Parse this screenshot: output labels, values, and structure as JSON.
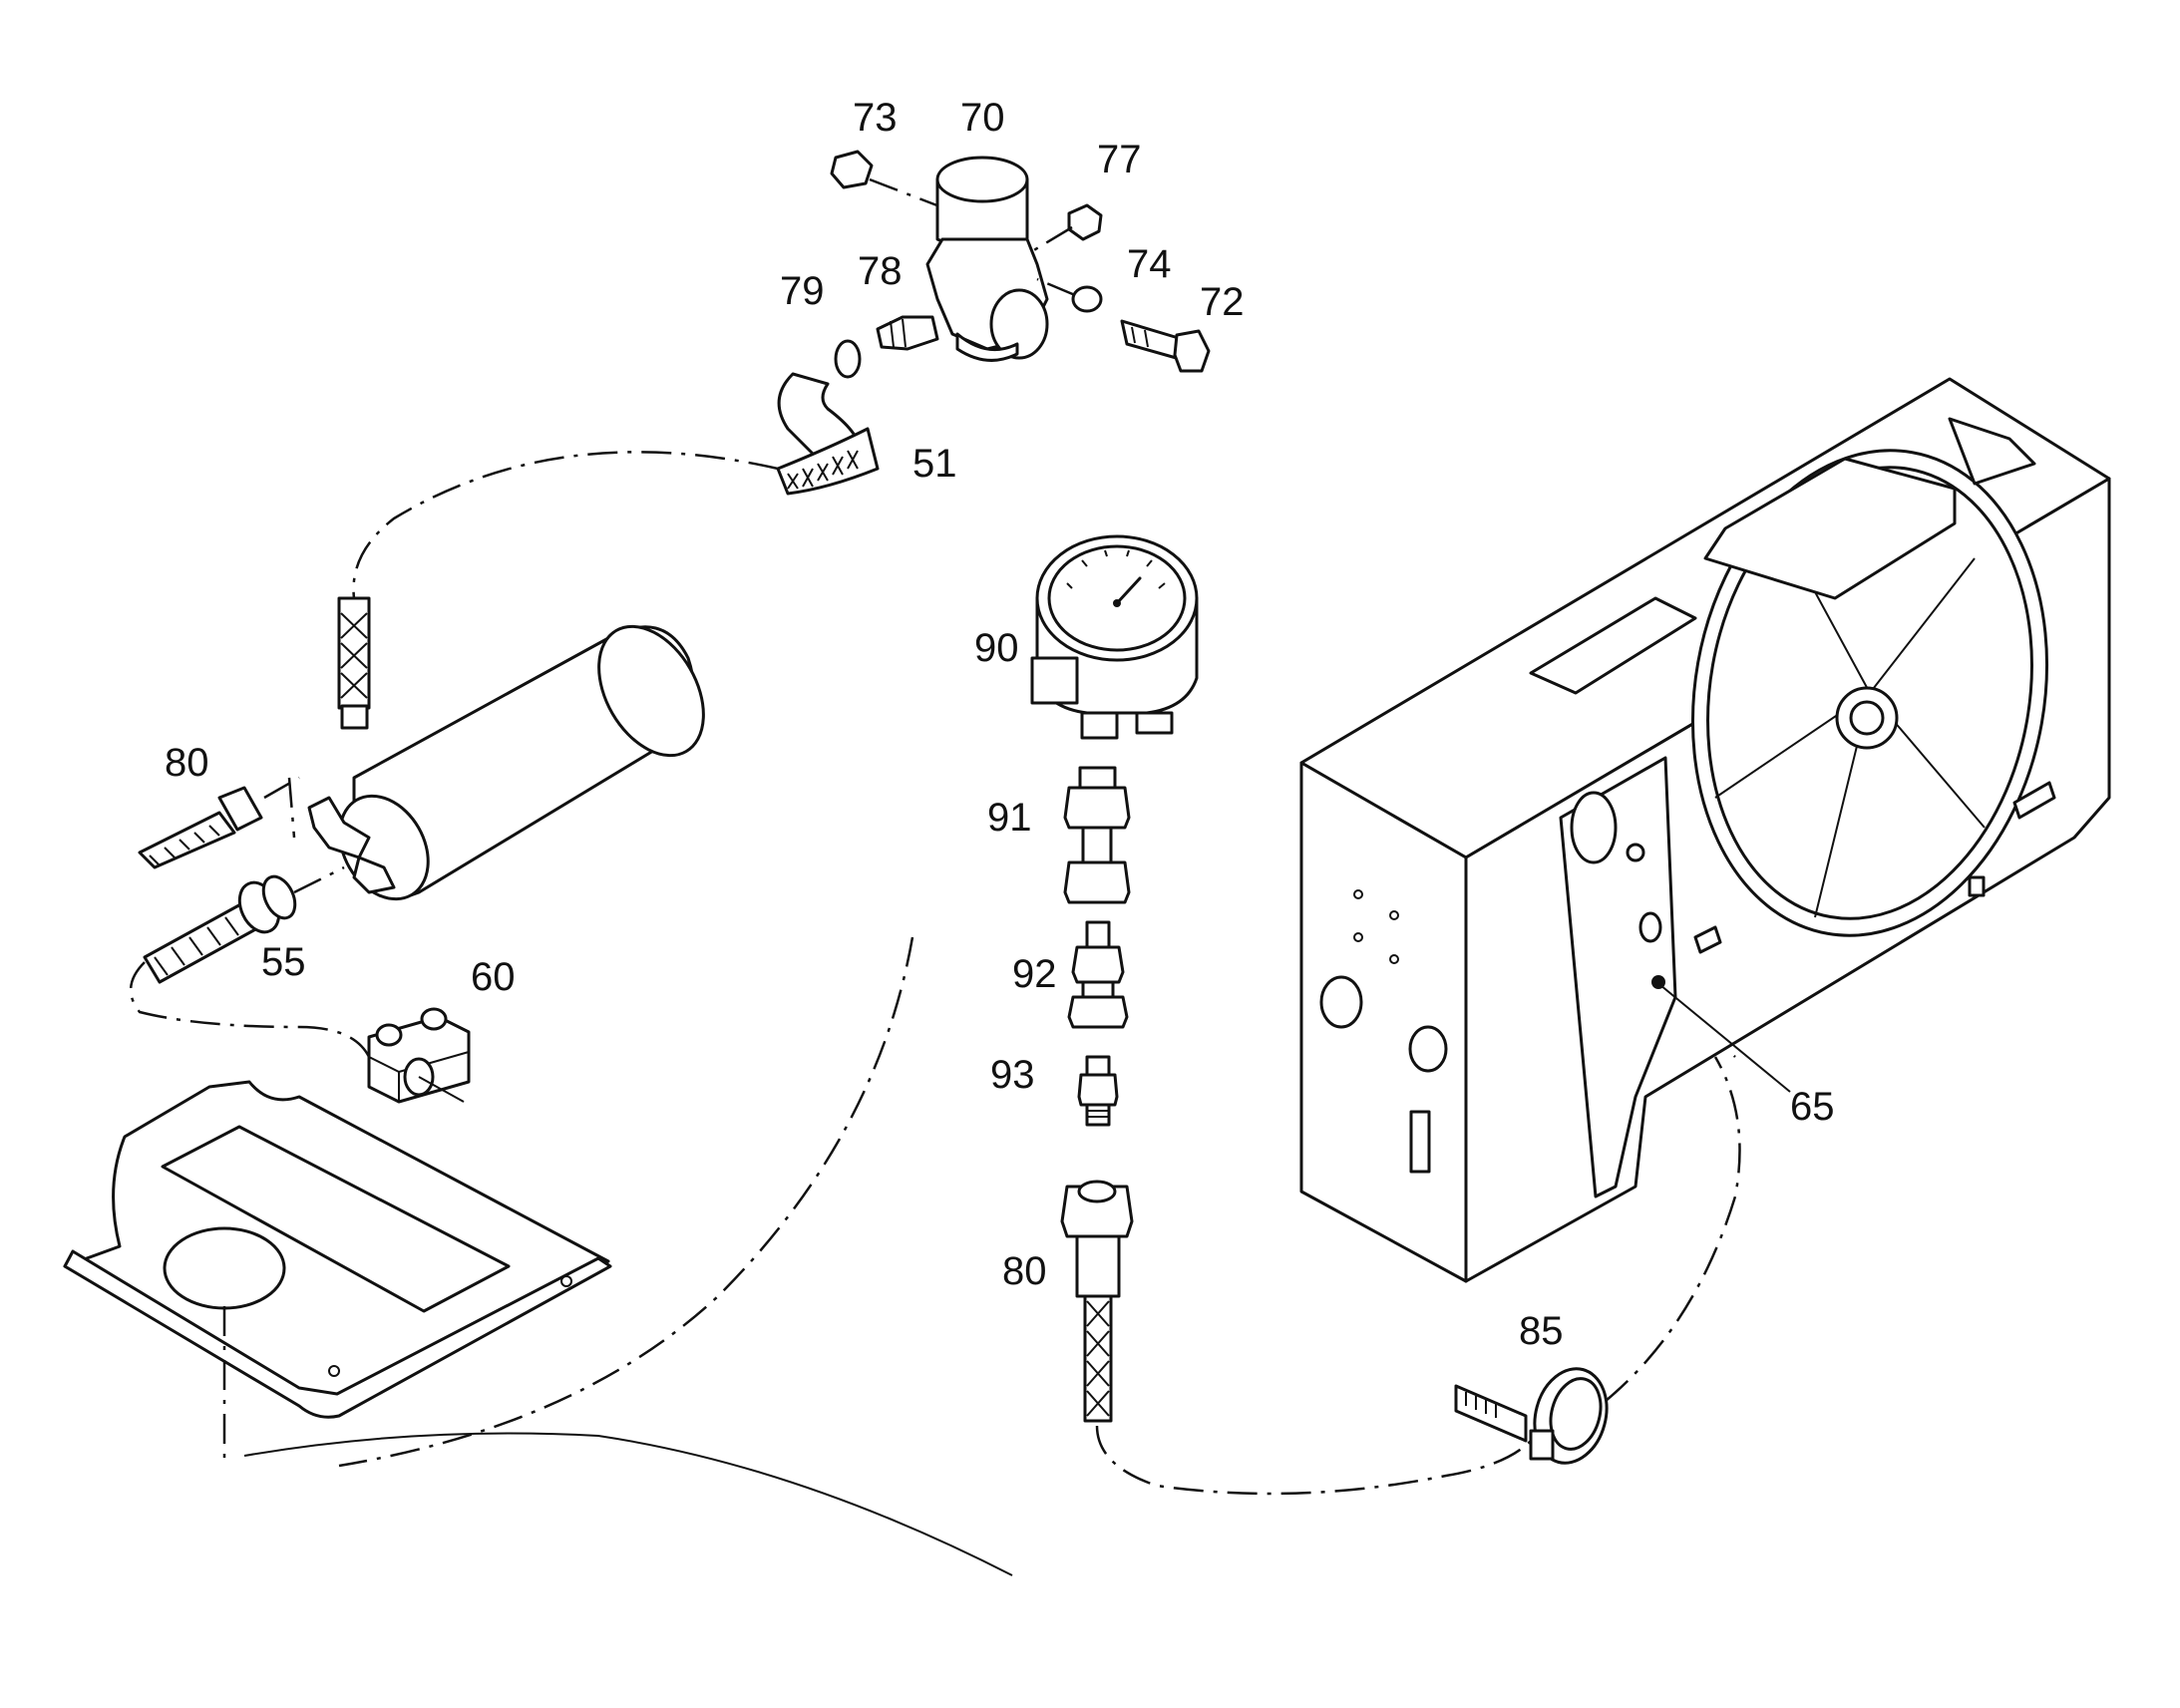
{
  "callouts": [
    {
      "id": "c73",
      "label": "73"
    },
    {
      "id": "c70",
      "label": "70"
    },
    {
      "id": "c77",
      "label": "77"
    },
    {
      "id": "c79",
      "label": "79"
    },
    {
      "id": "c78",
      "label": "78"
    },
    {
      "id": "c74",
      "label": "74"
    },
    {
      "id": "c72",
      "label": "72"
    },
    {
      "id": "c51",
      "label": "51"
    },
    {
      "id": "c90",
      "label": "90"
    },
    {
      "id": "c80a",
      "label": "80"
    },
    {
      "id": "c91",
      "label": "91"
    },
    {
      "id": "c55",
      "label": "55"
    },
    {
      "id": "c60",
      "label": "60"
    },
    {
      "id": "c92",
      "label": "92"
    },
    {
      "id": "c93",
      "label": "93"
    },
    {
      "id": "c65",
      "label": "65"
    },
    {
      "id": "c80b",
      "label": "80"
    },
    {
      "id": "c85",
      "label": "85"
    }
  ]
}
